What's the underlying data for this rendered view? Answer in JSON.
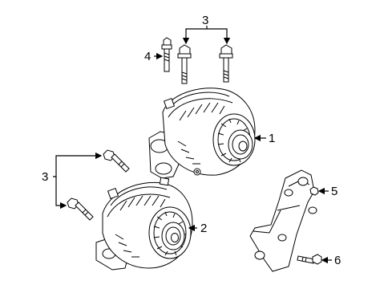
{
  "callouts": {
    "c1": "1",
    "c2": "2",
    "c3_top": "3",
    "c3_left": "3",
    "c4": "4",
    "c5": "5",
    "c6": "6"
  }
}
